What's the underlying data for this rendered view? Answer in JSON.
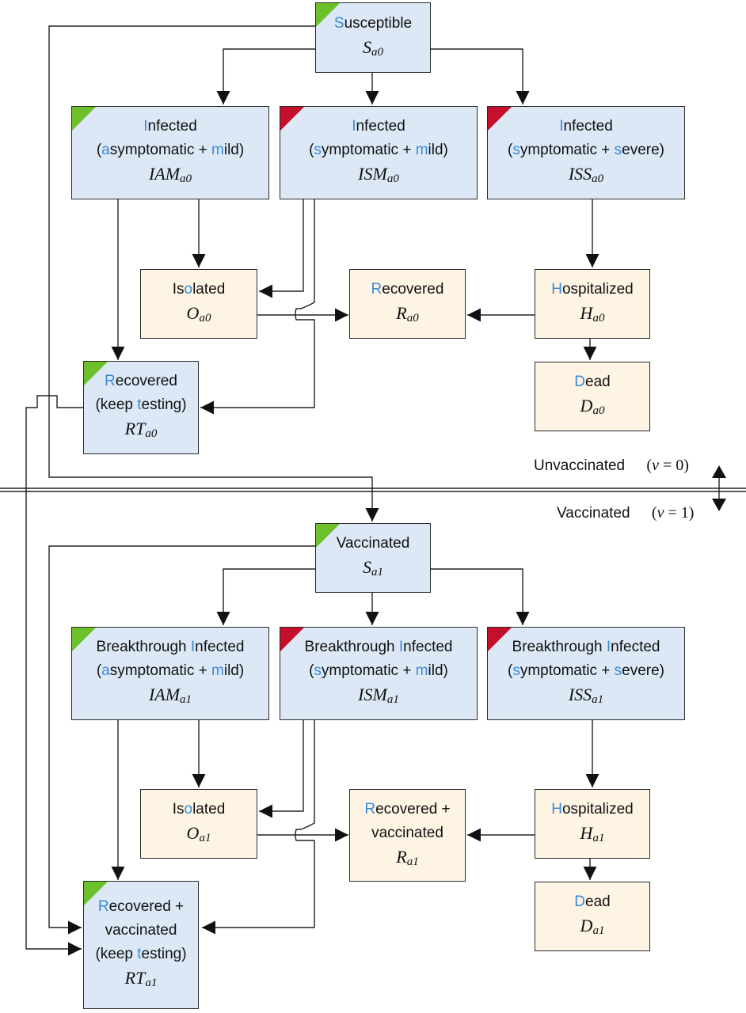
{
  "boxes": {
    "s0": {
      "lines": [
        [
          {
            "t": "S",
            "h": 1
          },
          {
            "t": "usceptible"
          }
        ]
      ],
      "sym": "S",
      "sub": "a0"
    },
    "iam0": {
      "lines": [
        [
          {
            "t": "I",
            "h": 1
          },
          {
            "t": "nfected"
          }
        ],
        [
          {
            "t": "("
          },
          {
            "t": "a",
            "h": 1
          },
          {
            "t": "symptomatic + "
          },
          {
            "t": "m",
            "h": 1
          },
          {
            "t": "ild)"
          }
        ]
      ],
      "sym": "IAM",
      "sub": "a0"
    },
    "ism0": {
      "lines": [
        [
          {
            "t": "I",
            "h": 1
          },
          {
            "t": "nfected"
          }
        ],
        [
          {
            "t": "("
          },
          {
            "t": "s",
            "h": 1
          },
          {
            "t": "ymptomatic + "
          },
          {
            "t": "m",
            "h": 1
          },
          {
            "t": "ild)"
          }
        ]
      ],
      "sym": "ISM",
      "sub": "a0"
    },
    "iss0": {
      "lines": [
        [
          {
            "t": "I",
            "h": 1
          },
          {
            "t": "nfected"
          }
        ],
        [
          {
            "t": "("
          },
          {
            "t": "s",
            "h": 1
          },
          {
            "t": "ymptomatic + "
          },
          {
            "t": "s",
            "h": 1
          },
          {
            "t": "evere)"
          }
        ]
      ],
      "sym": "ISS",
      "sub": "a0"
    },
    "o0": {
      "lines": [
        [
          {
            "t": "Is"
          },
          {
            "t": "o",
            "h": 1
          },
          {
            "t": "lated"
          }
        ]
      ],
      "sym": "O",
      "sub": "a0"
    },
    "r0": {
      "lines": [
        [
          {
            "t": "R",
            "h": 1
          },
          {
            "t": "ecovered"
          }
        ]
      ],
      "sym": "R",
      "sub": "a0"
    },
    "h0": {
      "lines": [
        [
          {
            "t": "H",
            "h": 1
          },
          {
            "t": "ospitalized"
          }
        ]
      ],
      "sym": "H",
      "sub": "a0"
    },
    "rt0": {
      "lines": [
        [
          {
            "t": "R",
            "h": 1
          },
          {
            "t": "ecovered"
          }
        ],
        [
          {
            "t": "(keep "
          },
          {
            "t": "t",
            "h": 1
          },
          {
            "t": "esting)"
          }
        ]
      ],
      "sym": "RT",
      "sub": "a0"
    },
    "d0": {
      "lines": [
        [
          {
            "t": "D",
            "h": 1
          },
          {
            "t": "ead"
          }
        ]
      ],
      "sym": "D",
      "sub": "a0"
    },
    "s1": {
      "lines": [
        [
          {
            "t": "Vaccinated"
          }
        ]
      ],
      "sym": "S",
      "sub": "a1"
    },
    "iam1": {
      "lines": [
        [
          {
            "t": "Breakthrough "
          },
          {
            "t": "I",
            "h": 1
          },
          {
            "t": "nfected"
          }
        ],
        [
          {
            "t": "("
          },
          {
            "t": "a",
            "h": 1
          },
          {
            "t": "symptomatic + "
          },
          {
            "t": "m",
            "h": 1
          },
          {
            "t": "ild)"
          }
        ]
      ],
      "sym": "IAM",
      "sub": "a1"
    },
    "ism1": {
      "lines": [
        [
          {
            "t": "Breakthrough "
          },
          {
            "t": "I",
            "h": 1
          },
          {
            "t": "nfected"
          }
        ],
        [
          {
            "t": "("
          },
          {
            "t": "s",
            "h": 1
          },
          {
            "t": "ymptomatic + "
          },
          {
            "t": "m",
            "h": 1
          },
          {
            "t": "ild)"
          }
        ]
      ],
      "sym": "ISM",
      "sub": "a1"
    },
    "iss1": {
      "lines": [
        [
          {
            "t": "Breakthrough "
          },
          {
            "t": "I",
            "h": 1
          },
          {
            "t": "nfected"
          }
        ],
        [
          {
            "t": "("
          },
          {
            "t": "s",
            "h": 1
          },
          {
            "t": "ymptomatic + "
          },
          {
            "t": "s",
            "h": 1
          },
          {
            "t": "evere)"
          }
        ]
      ],
      "sym": "ISS",
      "sub": "a1"
    },
    "o1": {
      "lines": [
        [
          {
            "t": "Is"
          },
          {
            "t": "o",
            "h": 1
          },
          {
            "t": "lated"
          }
        ]
      ],
      "sym": "O",
      "sub": "a1"
    },
    "r1": {
      "lines": [
        [
          {
            "t": "R",
            "h": 1
          },
          {
            "t": "ecovered +"
          }
        ],
        [
          {
            "t": "vaccinated"
          }
        ]
      ],
      "sym": "R",
      "sub": "a1"
    },
    "h1": {
      "lines": [
        [
          {
            "t": "H",
            "h": 1
          },
          {
            "t": "ospitalized"
          }
        ]
      ],
      "sym": "H",
      "sub": "a1"
    },
    "rt1": {
      "lines": [
        [
          {
            "t": "R",
            "h": 1
          },
          {
            "t": "ecovered +"
          }
        ],
        [
          {
            "t": "vaccinated"
          }
        ],
        [
          {
            "t": "(keep "
          },
          {
            "t": "t",
            "h": 1
          },
          {
            "t": "esting)"
          }
        ]
      ],
      "sym": "RT",
      "sub": "a1"
    },
    "d1": {
      "lines": [
        [
          {
            "t": "D",
            "h": 1
          },
          {
            "t": "ead"
          }
        ]
      ],
      "sym": "D",
      "sub": "a1"
    }
  },
  "sections": {
    "unvaccinated": {
      "label": "Unvaccinated",
      "var": "v",
      "rest": " = 0)"
    },
    "vaccinated": {
      "label": "Vaccinated",
      "var": "v",
      "rest": " = 1)"
    }
  },
  "colors": {
    "infectious_flag": "#c5102b",
    "non_infectious_flag": "#6cc02c",
    "highlight": "#3b8ad8",
    "compartment_blue": "#dce8f6",
    "compartment_cream": "#fdf4e4"
  }
}
